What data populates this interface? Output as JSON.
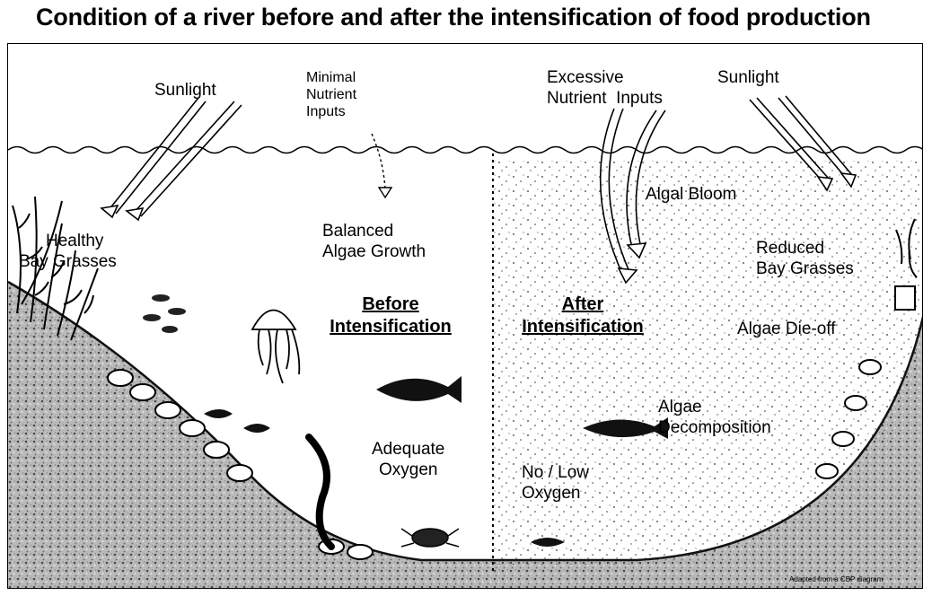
{
  "title": "Condition of a river before and after the intensification of food production",
  "labels": {
    "sunlight_left": "Sunlight",
    "minimal_nutrient": [
      "Minimal",
      "Nutrient",
      "Inputs"
    ],
    "excessive_nutrient": [
      "Excessive",
      "Nutrient  Inputs"
    ],
    "sunlight_right": "Sunlight",
    "algal_bloom": "Algal Bloom",
    "healthy_bay_grasses": [
      "Healthy",
      "Bay Grasses"
    ],
    "balanced_algae": [
      "Balanced",
      "Algae Growth"
    ],
    "reduced_bay_grasses": [
      "Reduced",
      "Bay Grasses"
    ],
    "before_heading": [
      "Before",
      "Intensification"
    ],
    "after_heading": [
      "After",
      "Intensification"
    ],
    "algae_die_off": "Algae Die-off",
    "algae_decomposition": [
      "Algae",
      "Decomposition"
    ],
    "adequate_oxygen": [
      "Adequate",
      "Oxygen"
    ],
    "no_low_oxygen": [
      "No / Low",
      "Oxygen"
    ]
  },
  "credit": "Adapted from a CBP diagram"
}
